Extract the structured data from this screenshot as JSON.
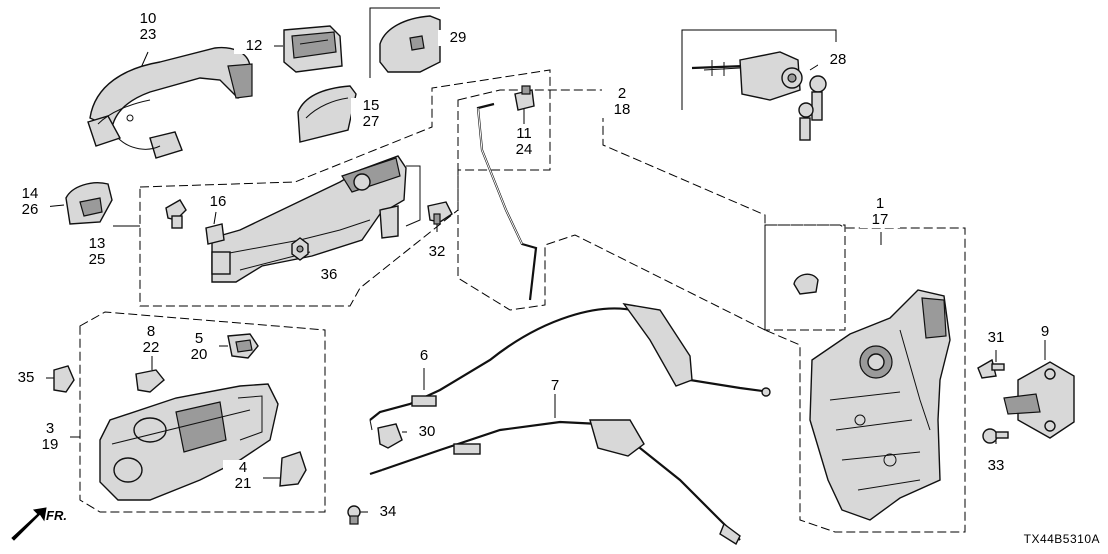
{
  "diagram": {
    "labels": [
      {
        "id": "p10",
        "lines": [
          "10",
          "23"
        ]
      },
      {
        "id": "p12",
        "lines": [
          "12"
        ]
      },
      {
        "id": "p29",
        "lines": [
          "29"
        ]
      },
      {
        "id": "p15",
        "lines": [
          "15",
          "27"
        ]
      },
      {
        "id": "p11",
        "lines": [
          "11",
          "24"
        ]
      },
      {
        "id": "p2",
        "lines": [
          "2",
          "18"
        ]
      },
      {
        "id": "p28",
        "lines": [
          "28"
        ]
      },
      {
        "id": "p14",
        "lines": [
          "14",
          "26"
        ]
      },
      {
        "id": "p16",
        "lines": [
          "16"
        ]
      },
      {
        "id": "p13",
        "lines": [
          "13",
          "25"
        ]
      },
      {
        "id": "p32",
        "lines": [
          "32"
        ]
      },
      {
        "id": "p36",
        "lines": [
          "36"
        ]
      },
      {
        "id": "p1",
        "lines": [
          "1",
          "17"
        ]
      },
      {
        "id": "p8",
        "lines": [
          "8",
          "22"
        ]
      },
      {
        "id": "p5",
        "lines": [
          "5",
          "20"
        ]
      },
      {
        "id": "p6",
        "lines": [
          "6"
        ]
      },
      {
        "id": "p31",
        "lines": [
          "31"
        ]
      },
      {
        "id": "p9",
        "lines": [
          "9"
        ]
      },
      {
        "id": "p35",
        "lines": [
          "35"
        ]
      },
      {
        "id": "p7",
        "lines": [
          "7"
        ]
      },
      {
        "id": "p3",
        "lines": [
          "3",
          "19"
        ]
      },
      {
        "id": "p30",
        "lines": [
          "30"
        ]
      },
      {
        "id": "p33",
        "lines": [
          "33"
        ]
      },
      {
        "id": "p4",
        "lines": [
          "4",
          "21"
        ]
      },
      {
        "id": "p34",
        "lines": [
          "34"
        ]
      }
    ],
    "direction_marker": "FR.",
    "diagram_code": "TX44B5310A"
  }
}
